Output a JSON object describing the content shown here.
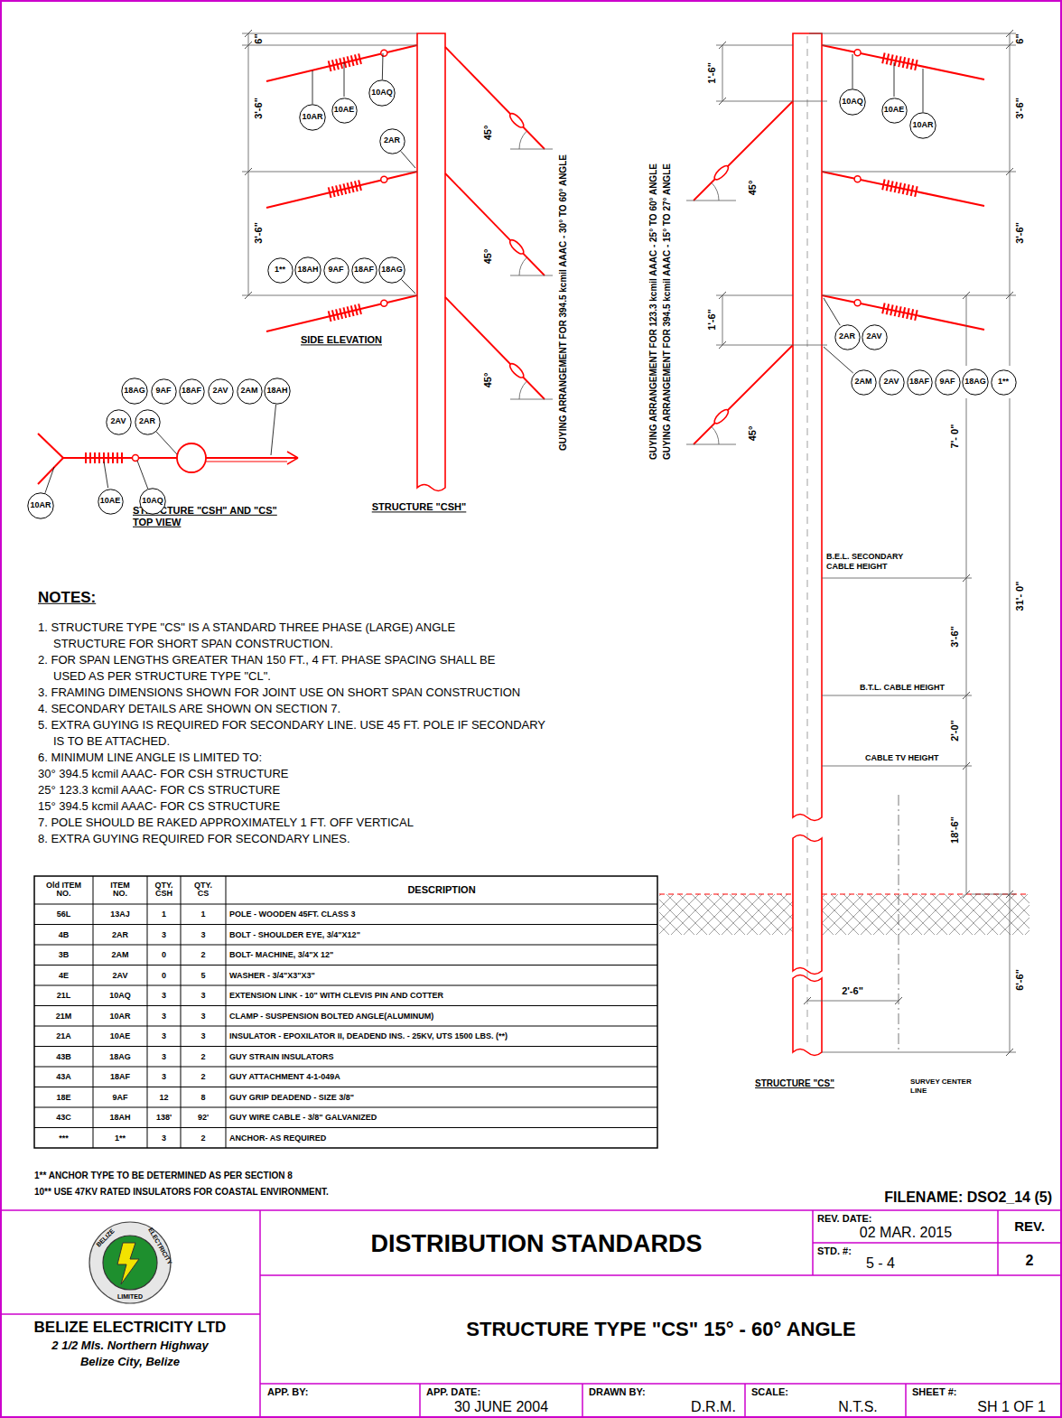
{
  "diagram": {
    "title": "STRUCTURE TYPE \"CS\" 15° - 60° ANGLE",
    "nodes": [
      {
        "text": [
          "10AQ"
        ]
      },
      {
        "text": [
          "10AE"
        ]
      },
      {
        "text": [
          "10AR"
        ]
      },
      {
        "text": [
          "2AR"
        ]
      },
      {
        "text": [
          "1**"
        ]
      },
      {
        "text": [
          "18AH"
        ]
      },
      {
        "text": [
          "9AF"
        ]
      },
      {
        "text": [
          "18AF"
        ]
      },
      {
        "text": [
          "18AG"
        ]
      },
      {
        "text": [
          "18AG"
        ]
      },
      {
        "text": [
          "9AF"
        ]
      },
      {
        "text": [
          "18AF"
        ]
      },
      {
        "text": [
          "2AV"
        ]
      },
      {
        "text": [
          "2AM"
        ]
      },
      {
        "text": [
          "18AH"
        ]
      },
      {
        "text": [
          "2AV"
        ]
      },
      {
        "text": [
          "2AR"
        ]
      },
      {
        "text": [
          "10AR"
        ]
      },
      {
        "text": [
          "10AE"
        ]
      },
      {
        "text": [
          "10AQ"
        ]
      },
      {
        "text": [
          "10AQ"
        ]
      },
      {
        "text": [
          "10AE"
        ]
      },
      {
        "text": [
          "10AR"
        ]
      },
      {
        "text": [
          "2AR"
        ]
      },
      {
        "text": [
          "2AV"
        ]
      },
      {
        "text": [
          "2AM"
        ]
      },
      {
        "text": [
          "2AV"
        ]
      },
      {
        "text": [
          "18AF"
        ]
      },
      {
        "text": [
          "9AF"
        ]
      },
      {
        "text": [
          "18AG"
        ]
      },
      {
        "text": [
          "1**"
        ]
      }
    ],
    "labels": [
      "6\"",
      "3'-6\"",
      "3'-6\"",
      "45°",
      "45°",
      "45°",
      "SIDE ELEVATION",
      "STRUCTURE \"CSH\" AND \"CS\" TOP VIEW",
      "STRUCTURE \"CSH\"",
      "GUYING ARRANGEMENT FOR 394.5 kcmil AAAC - 30° TO 60° ANGLE",
      "GUYING ARRANGEMENT FOR 123.3 kcmil AAAC - 25° TO 60° ANGLE",
      "GUYING ARRANGEMENT FOR 394.5 kcmil AAAC - 15° TO 27° ANGLE",
      "1'-6\"",
      "6\"",
      "3'-6\"",
      "3'-6\"",
      "1'-6\"",
      "45°",
      "45°",
      "7'- 0\"",
      "31'- 0\"",
      "B.E.L. SECONDARY CABLE HEIGHT",
      "3'-6\"",
      "B.T.L. CABLE HEIGHT",
      "2'-0\"",
      "CABLE TV HEIGHT",
      "18'-6\"",
      "6'-6\"",
      "2'-6\"",
      "STRUCTURE \"CS\"",
      "SURVEY CENTER LINE",
      "NOTES:",
      "1. STRUCTURE TYPE \"CS\" IS A STANDARD THREE PHASE (LARGE) ANGLE STRUCTURE FOR SHORT SPAN CONSTRUCTION.",
      "2. FOR SPAN LENGTHS GREATER THAN 150 FT., 4 FT. PHASE SPACING SHALL BE USED AS PER STRUCTURE TYPE \"CL\".",
      "3. FRAMING DIMENSIONS SHOWN FOR JOINT USE ON SHORT SPAN CONSTRUCTION",
      "4. SECONDARY DETAILS ARE SHOWN ON SECTION 7.",
      "5. EXTRA GUYING IS REQUIRED FOR SECONDARY LINE. USE 45 FT. POLE IF SECONDARY IS TO BE ATTACHED.",
      "6. MINIMUM LINE ANGLE IS LIMITED TO:",
      "30° 394.5 kcmil AAAC- FOR CSH STRUCTURE",
      "25° 123.3 kcmil AAAC- FOR CS STRUCTURE",
      "15° 394.5 kcmil AAAC- FOR CS STRUCTURE",
      "7. POLE SHOULD BE RAKED APPROXIMATELY 1 FT. OFF VERTICAL",
      "8. EXTRA GUYING REQUIRED FOR SECONDARY LINES.",
      "Old ITEM NO.",
      "ITEM NO.",
      "QTY. CSH",
      "QTY. CS",
      "DESCRIPTION",
      "56L",
      "13AJ",
      "1",
      "1",
      "POLE - WOODEN 45FT. CLASS 3",
      "4B",
      "2AR",
      "3",
      "3",
      "BOLT - SHOULDER EYE, 3/4\"X12\"",
      "3B",
      "2AM",
      "0",
      "2",
      "BOLT- MACHINE, 3/4\"X 12\"",
      "4E",
      "2AV",
      "0",
      "5",
      "WASHER - 3/4\"X3\"X3\"",
      "21L",
      "10AQ",
      "3",
      "3",
      "EXTENSION LINK - 10\" WITH CLEVIS PIN AND COTTER",
      "21M",
      "10AR",
      "3",
      "3",
      "CLAMP - SUSPENSION BOLTED ANGLE(ALUMINUM)",
      "21A",
      "10AE",
      "3",
      "3",
      "INSULATOR - EPOXILATOR II, DEADEND INS. - 25KV, UTS 1500 LBS. (**)",
      "43B",
      "18AG",
      "3",
      "2",
      "GUY STRAIN INSULATORS",
      "43A",
      "18AF",
      "3",
      "2",
      "GUY ATTACHMENT 4-1-049A",
      "18E",
      "9AF",
      "12",
      "8",
      "GUY GRIP DEADEND - SIZE 3/8\"",
      "43C",
      "18AH",
      "138'",
      "92'",
      "GUY WIRE CABLE - 3/8\" GALVANIZED",
      "***",
      "1**",
      "3",
      "2",
      "ANCHOR- AS REQUIRED",
      "1** ANCHOR TYPE TO BE DETERMINED AS PER SECTION 8",
      "10** USE 47KV RATED INSULATORS FOR COASTAL ENVIRONMENT.",
      "FILENAME: DSO2_14 (5)",
      "DISTRIBUTION STANDARDS",
      "REV. DATE:",
      "02 MAR. 2015",
      "REV.",
      "STD. #:",
      "5 - 4",
      "2",
      "BELIZE",
      "ELECTRICITY",
      "LIMITED",
      "BELIZE ELECTRICITY LTD",
      "2 1/2 Mls. Northern Highway",
      "Belize City, Belize",
      "APP. BY:",
      "APP. DATE:",
      "30 JUNE 2004",
      "DRAWN BY:",
      "D.R.M.",
      "SCALE:",
      "N.T.S.",
      "SHEET #:",
      "SH 1 OF 1"
    ]
  }
}
